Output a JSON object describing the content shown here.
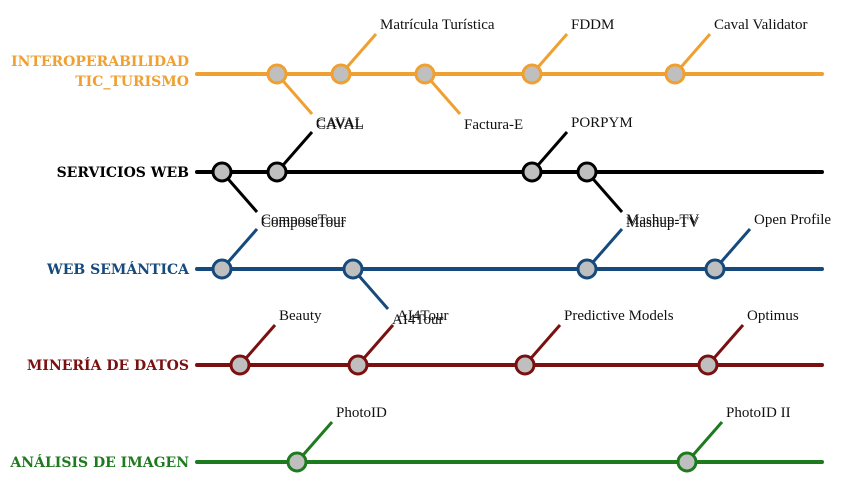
{
  "lanes": [
    {
      "id": "interop",
      "label_lines": [
        "INTEROPERABILIDAD",
        "TIC_TURISMO"
      ],
      "color": "#F0A030",
      "nodes": [
        {
          "label": "CAVAL",
          "dir": "down"
        },
        {
          "label": "Matrícula Turística",
          "dir": "up"
        },
        {
          "label": "Factura-E",
          "dir": "down"
        },
        {
          "label": "FDDM",
          "dir": "up"
        },
        {
          "label": "Caval Validator",
          "dir": "up"
        }
      ]
    },
    {
      "id": "servicios",
      "label_lines": [
        "SERVICIOS WEB"
      ],
      "color": "#000000",
      "nodes": [
        {
          "label": "ComposeTour",
          "dir": "down"
        },
        {
          "label": "CAVAL",
          "dir": "up"
        },
        {
          "label": "PORPYM",
          "dir": "up"
        },
        {
          "label": "Mashup-TV",
          "dir": "down"
        }
      ]
    },
    {
      "id": "semantica",
      "label_lines": [
        "WEB SEMÁNTICA"
      ],
      "color": "#164A7C",
      "nodes": [
        {
          "label": "ComposeTour",
          "dir": "up"
        },
        {
          "label": "AI4Tour",
          "dir": "down"
        },
        {
          "label": "Mashup-TV",
          "dir": "up"
        },
        {
          "label": "Open Profile",
          "dir": "up"
        }
      ]
    },
    {
      "id": "mineria",
      "label_lines": [
        "MINERÍA DE DATOS"
      ],
      "color": "#7A1010",
      "nodes": [
        {
          "label": "Beauty",
          "dir": "up"
        },
        {
          "label": "AI4Tour",
          "dir": "up"
        },
        {
          "label": "Predictive Models",
          "dir": "up"
        },
        {
          "label": "Optimus",
          "dir": "up"
        }
      ]
    },
    {
      "id": "imagen",
      "label_lines": [
        "ANÁLISIS DE IMAGEN"
      ],
      "color": "#1E7A1E",
      "nodes": [
        {
          "label": "PhotoID",
          "dir": "up"
        },
        {
          "label": "PhotoID II",
          "dir": "up"
        }
      ]
    }
  ],
  "node_fill": "#BFBFBF"
}
